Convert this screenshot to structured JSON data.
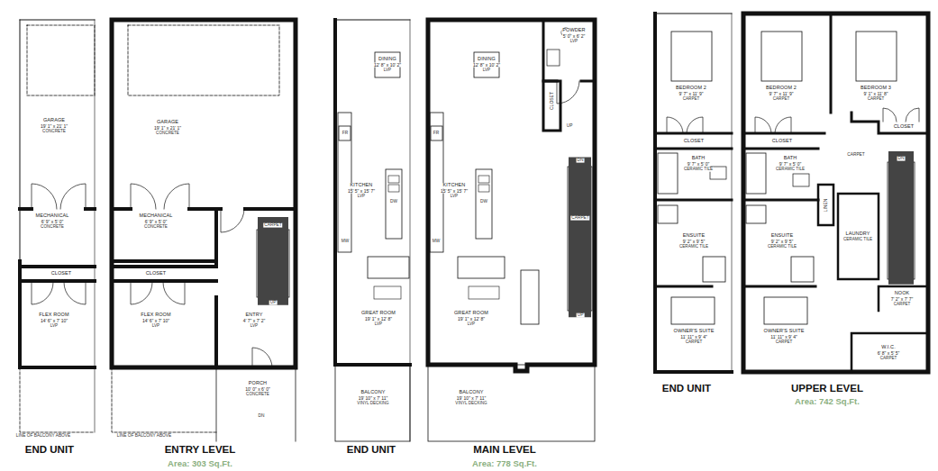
{
  "diagram": {
    "labels": [
      "GARAGE",
      "19' 1\" x 21' 1\"",
      "CONCRETE",
      "MECHANICAL",
      "6' 9\" x 5' 0\"",
      "CONCRETE",
      "CLOSET",
      "FLEX ROOM",
      "14' 6\" x 7' 10\"",
      "LVP",
      "LINE OF BALCONY ABOVE",
      "END UNIT",
      "GARAGE",
      "19' 1\" x 21' 1\"",
      "CONCRETE",
      "MECHANICAL",
      "6' 9\" x 5' 0\"",
      "CONCRETE",
      "CLOSET",
      "FLEX ROOM",
      "14' 6\" x 7' 10\"",
      "LVP",
      "CARPET",
      "UP",
      "ENTRY",
      "4' 7\" x 7' 2\"",
      "LVP",
      "PORCH",
      "10' 0\" x 6' 0\"",
      "CONCRETE",
      "DN",
      "LINE OF BALCONY ABOVE",
      "ENTRY LEVEL",
      "Area: 303 Sq.Ft.",
      "DINING",
      "12' 8\" x 10' 2\"",
      "LVP",
      "FR",
      "KITCHEN",
      "15' 5\" x 15' 7\"",
      "LVP",
      "DW",
      "MW",
      "GREAT ROOM",
      "19' 1\" x 12' 8\"",
      "LVP",
      "BALCONY",
      "19' 10\" x 7' 11\"",
      "VINYL DECKING",
      "END UNIT",
      "POWDER",
      "5' 0\" x 6' 2\"",
      "LVP",
      "DINING",
      "12' 8\" x 10' 2\"",
      "LVP",
      "CLOSET",
      "UP",
      "FR",
      "DN",
      "KITCHEN",
      "15' 5\" x 15' 7\"",
      "LVP",
      "DW",
      "CARPET",
      "MW",
      "UP",
      "GREAT ROOM",
      "19' 1\" x 12' 8\"",
      "LVP",
      "BALCONY",
      "19' 10\" x 7' 11\"",
      "VINYL DECKING",
      "MAIN LEVEL",
      "Area: 778 Sq.Ft.",
      "BEDROOM 2",
      "9' 7\" x 11' 9\"",
      "CARPET",
      "CLOSET",
      "BATH",
      "9' 7\" x 5' 0\"",
      "CERAMIC TILE",
      "ENSUITE",
      "9' 2\" x 9' 5\"",
      "CERAMIC TILE",
      "OWNER'S SUITE",
      "11' 11\" x 9' 4\"",
      "CARPET",
      "END UNIT",
      "BEDROOM 2",
      "9' 7\" x 11' 9\"",
      "CARPET",
      "BEDROOM 3",
      "9' 1\" x 11' 8\"",
      "CARPET",
      "CLOSET",
      "CLOSET",
      "CARPET",
      "BATH",
      "9' 7\" x 5' 0\"",
      "CERAMIC TILE",
      "DN",
      "LINEN",
      "ENSUITE",
      "9' 2\" x 9' 5\"",
      "CERAMIC TILE",
      "LAUNDRY",
      "CERAMIC TILE",
      "NOOK",
      "7' 2\" x 7' 7\"",
      "CARPET",
      "OWNER'S SUITE",
      "11' 11\" x 9' 4\"",
      "CARPET",
      "W.I.C.",
      "6' 8\" x 5' 5\"",
      "CARPET",
      "UPPER LEVEL",
      "Area: 742 Sq.Ft."
    ]
  }
}
